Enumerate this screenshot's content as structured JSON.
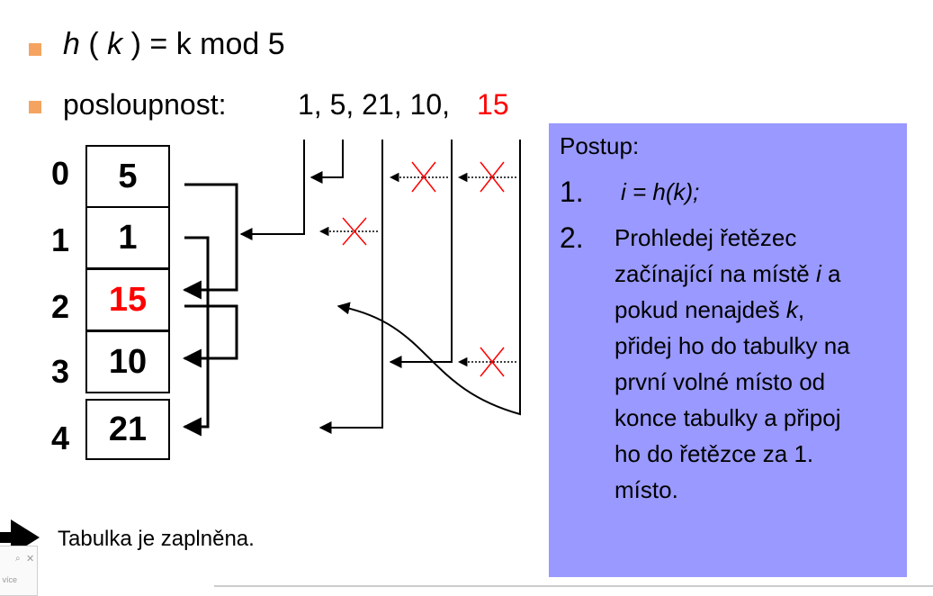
{
  "colors": {
    "bullet": "#f4a460",
    "highlight": "#ff0000",
    "panel": "#9999ff",
    "arrow": "#000000",
    "cross": "#ff0000"
  },
  "formula": {
    "h": "h",
    "open_paren": "(",
    "k": "k",
    "close_paren": ")",
    "rest": "= k mod 5"
  },
  "sequence": {
    "label": "posloupnost:",
    "values": "1, 5, 21, 10,",
    "highlight": "15"
  },
  "table": {
    "rows": [
      {
        "index": "0",
        "value": "5"
      },
      {
        "index": "1",
        "value": "1"
      },
      {
        "index": "2",
        "value": "15"
      },
      {
        "index": "3",
        "value": "10"
      },
      {
        "index": "4",
        "value": "21"
      }
    ]
  },
  "procedure": {
    "title": "Postup:",
    "steps": [
      {
        "num": "1.",
        "text": "i = h(k);"
      },
      {
        "num": "2.",
        "text_parts": [
          "Prohledej řetězec",
          "začínající na místě ",
          "i",
          " a",
          "pokud nenajdeš ",
          "k",
          ",",
          "přidej ho do tabulky na",
          "první volné místo od",
          "konce tabulky a připoj",
          "ho do řetězce za 1.",
          "místo."
        ]
      }
    ]
  },
  "footer": {
    "text": "Tabulka je zaplněna.",
    "icon": "arrow-right-icon"
  },
  "widget": {
    "icons": [
      "search-icon",
      "close-icon"
    ],
    "label": "o více"
  }
}
